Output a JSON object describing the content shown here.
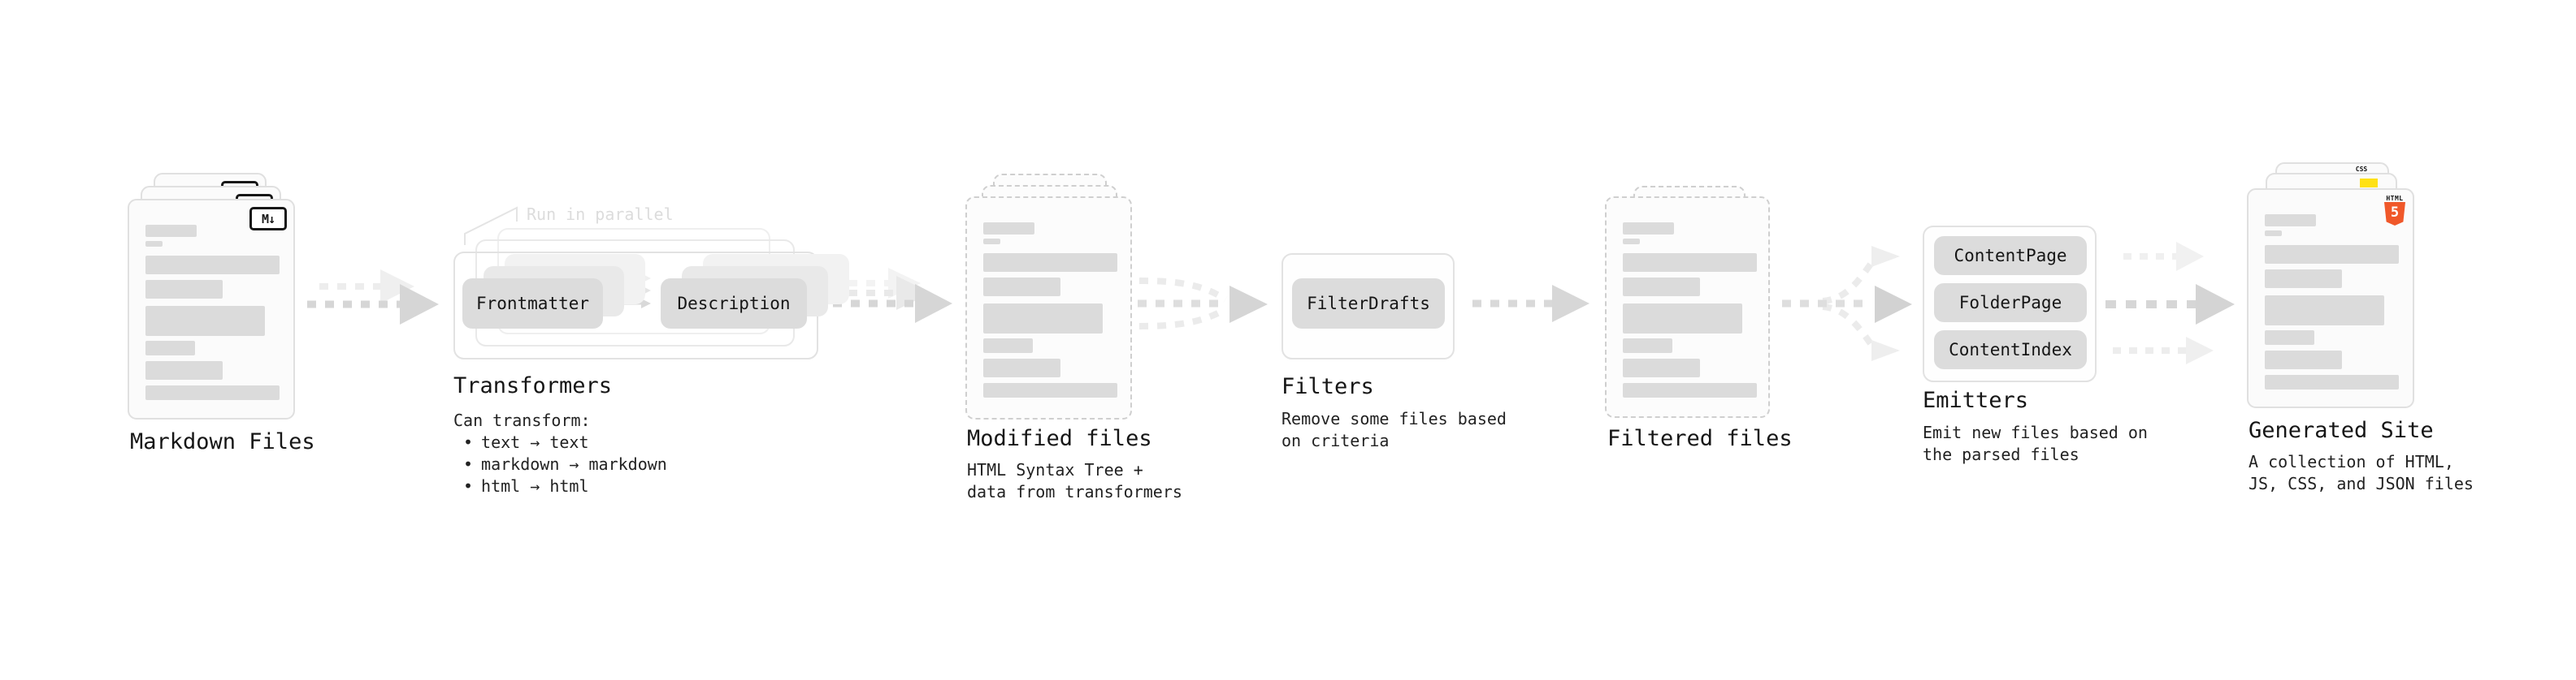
{
  "ui": {
    "bullet": "•"
  },
  "colors": {
    "html5_orange": "#f0582a",
    "js_yellow": "#ffe115",
    "css_blue": "#2f68f2",
    "arrow_dark": "#d6d6d6",
    "arrow_light": "#ebebeb",
    "box_fill": "#dcdcdc",
    "note_gray": "#dcdcdc"
  },
  "stages": {
    "markdown": {
      "label": "Markdown Files",
      "badge": "M↓"
    },
    "transformers": {
      "label": "Transformers",
      "note": "Run in parallel",
      "input_box": "Frontmatter",
      "output_box": "Description",
      "desc_title": "Can transform:",
      "bullets": [
        "text → text",
        "markdown → markdown",
        "html → html"
      ]
    },
    "modified": {
      "label": "Modified files",
      "desc_line1": "HTML Syntax Tree +",
      "desc_line2": "data from transformers"
    },
    "filters": {
      "label": "Filters",
      "box": "FilterDrafts",
      "desc_line1": "Remove some files based",
      "desc_line2": "on criteria"
    },
    "filtered": {
      "label": "Filtered files"
    },
    "emitters": {
      "label": "Emitters",
      "pills": [
        "ContentPage",
        "FolderPage",
        "ContentIndex"
      ],
      "desc_line1": "Emit new files based on",
      "desc_line2": "the parsed files"
    },
    "generated": {
      "label": "Generated Site",
      "desc_line1": "A collection of HTML,",
      "desc_line2": "JS, CSS, and JSON files",
      "css_badge": "CSS",
      "html_badge_caption": "HTML",
      "html_badge_number": "5"
    }
  },
  "skeleton_bars": [
    {
      "t": 30,
      "w": 63,
      "h": 15
    },
    {
      "t": 50,
      "w": 21,
      "h": 7
    },
    {
      "t": 68,
      "w": 165,
      "h": 23
    },
    {
      "t": 98,
      "w": 95,
      "h": 23
    },
    {
      "t": 130,
      "w": 147,
      "h": 37
    },
    {
      "t": 173,
      "w": 61,
      "h": 18
    },
    {
      "t": 198,
      "w": 95,
      "h": 23
    },
    {
      "t": 228,
      "w": 165,
      "h": 18
    }
  ]
}
